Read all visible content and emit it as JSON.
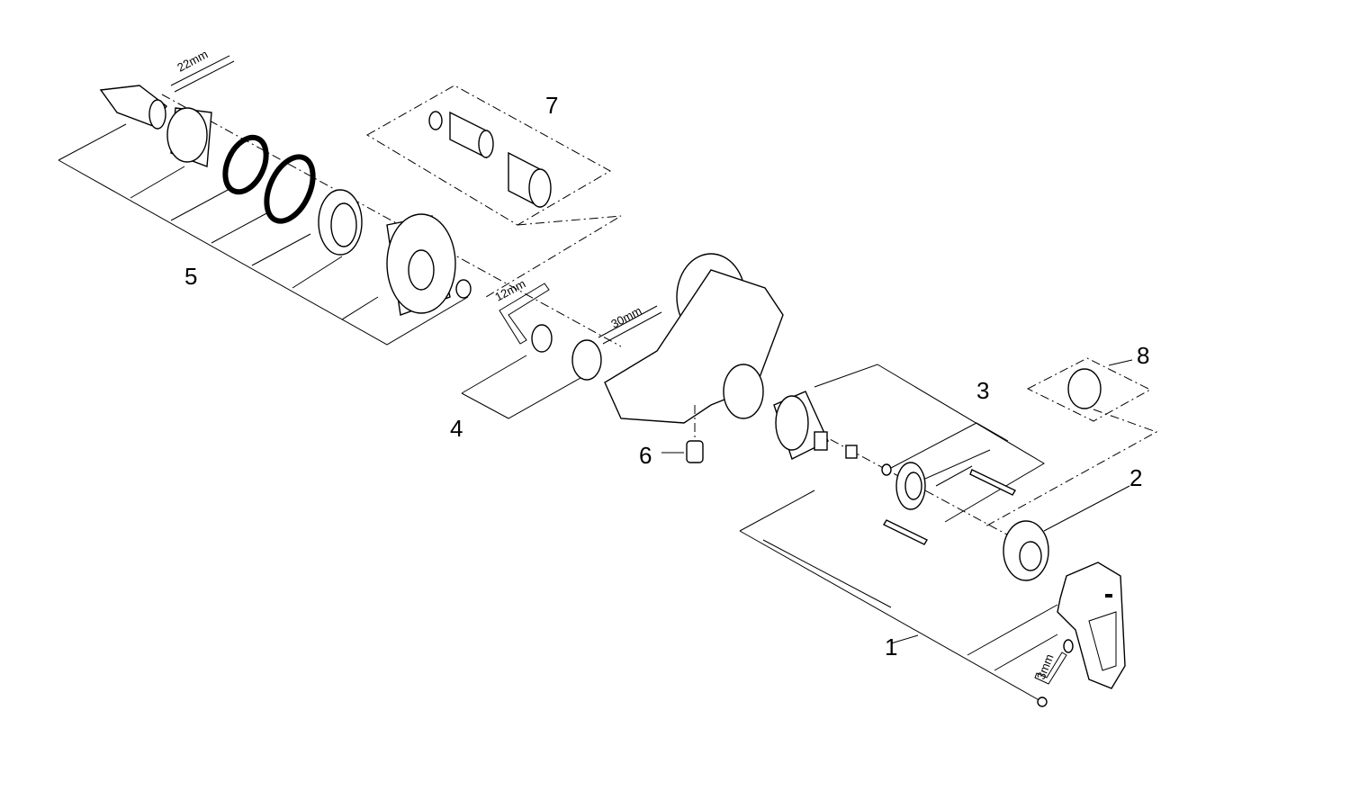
{
  "callouts": {
    "c1": "1",
    "c2": "2",
    "c3": "3",
    "c4": "4",
    "c5": "5",
    "c6": "6",
    "c7": "7",
    "c8": "8"
  },
  "tools": {
    "wrench_a": "22mm",
    "hex_key_a": "12mm",
    "wrench_b": "30mm",
    "hex_key_b": "3mm"
  }
}
